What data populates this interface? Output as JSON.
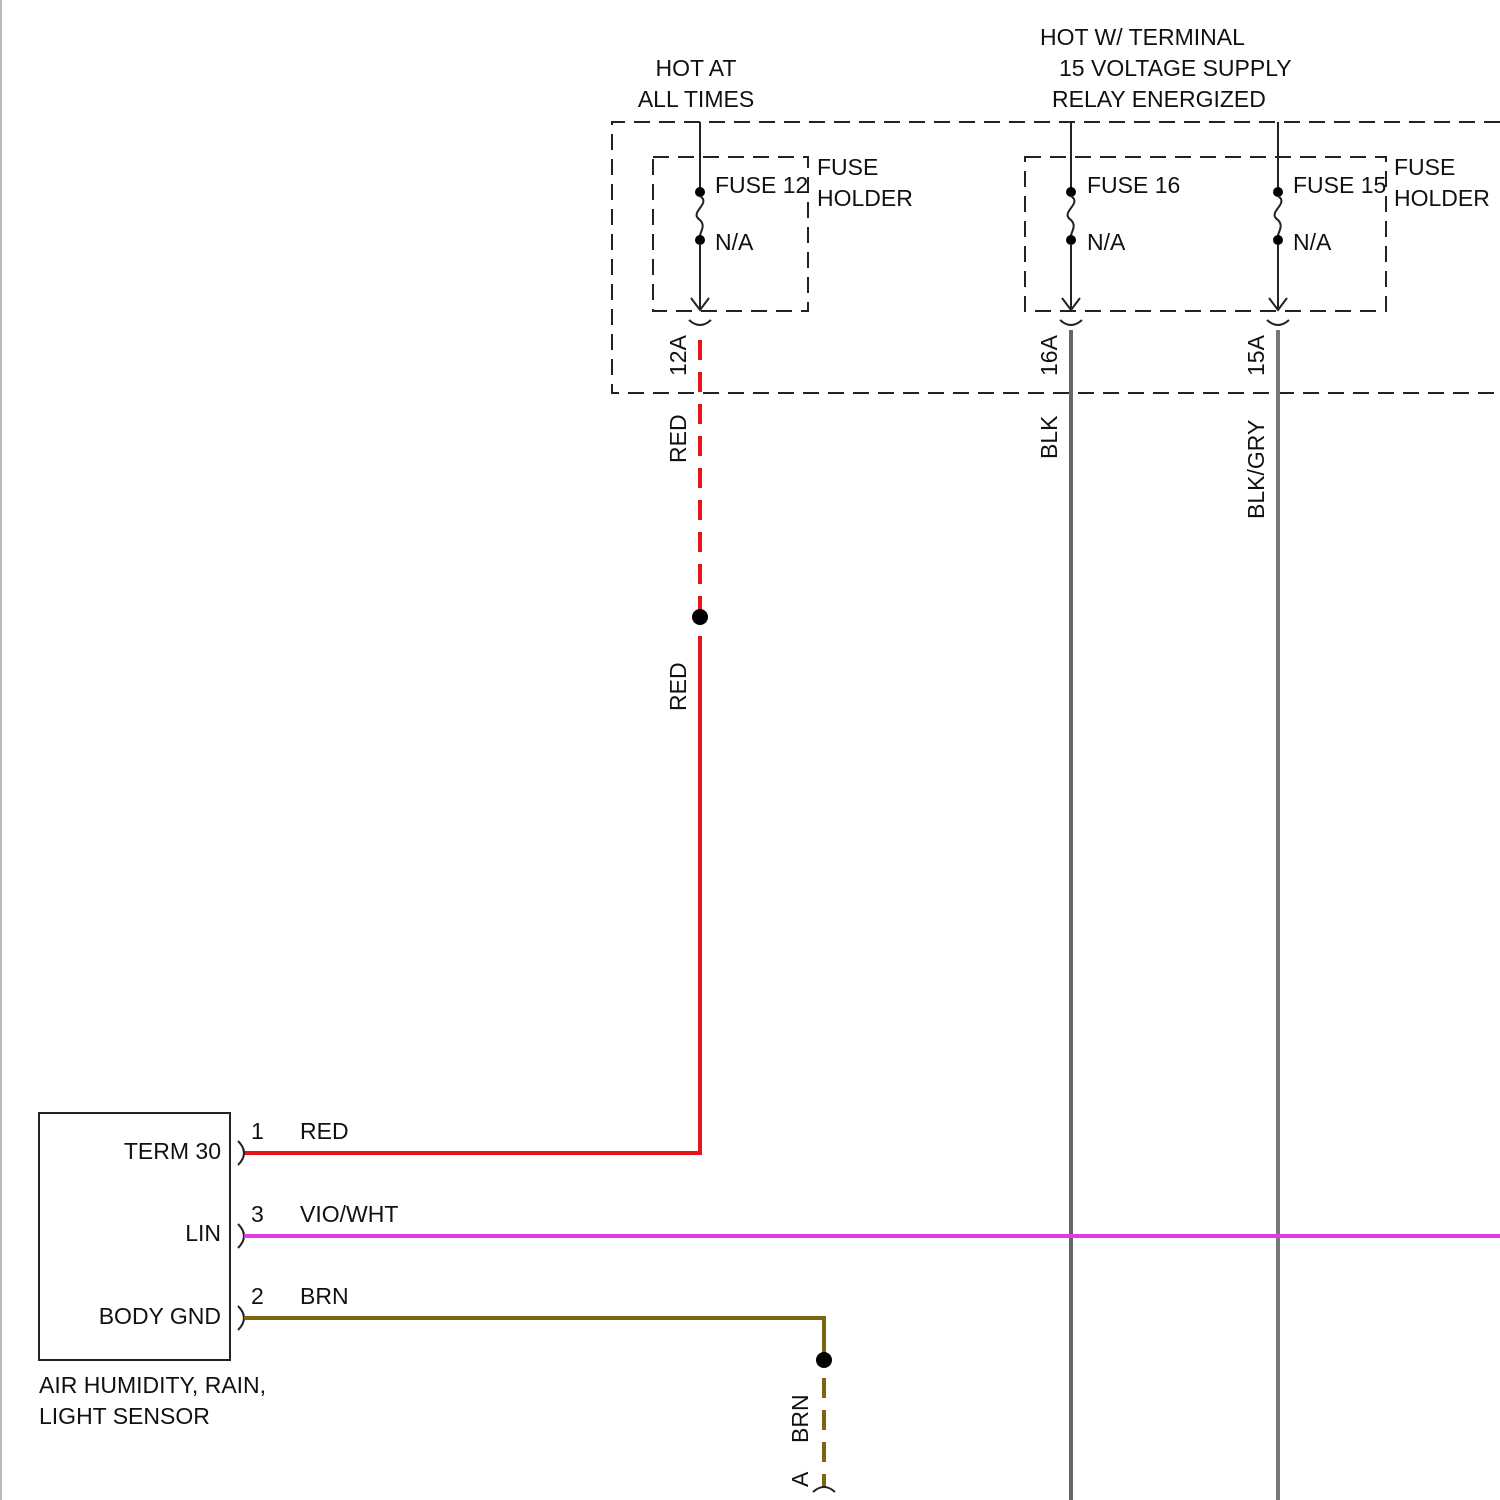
{
  "sources": {
    "hot_at_all_times": [
      "HOT AT",
      "ALL TIMES"
    ],
    "hot_w_terminal": [
      "HOT W/ TERMINAL",
      "15 VOLTAGE SUPPLY",
      "RELAY ENERGIZED"
    ]
  },
  "fuse_holders": [
    {
      "label": [
        "FUSE",
        "HOLDER"
      ]
    },
    {
      "label": [
        "FUSE",
        "HOLDER"
      ]
    }
  ],
  "fuses": [
    {
      "name": "FUSE 12",
      "rating": "N/A",
      "terminal": "12A",
      "wire_color_label": "RED",
      "wire_color": "#e8141c"
    },
    {
      "name": "FUSE 16",
      "rating": "N/A",
      "terminal": "16A",
      "wire_color_label": "BLK",
      "wire_color": "#666666"
    },
    {
      "name": "FUSE 15",
      "rating": "N/A",
      "terminal": "15A",
      "wire_color_label": "BLK/GRY",
      "wire_color": "#777777"
    }
  ],
  "splice_wire_label": "RED",
  "component": {
    "name": [
      "AIR HUMIDITY, RAIN,",
      "LIGHT SENSOR"
    ],
    "pins": [
      {
        "function": "TERM 30",
        "pin": "1",
        "wire": "RED",
        "color": "#e8141c"
      },
      {
        "function": "LIN",
        "pin": "3",
        "wire": "VIO/WHT",
        "color": "#e23be3"
      },
      {
        "function": "BODY GND",
        "pin": "2",
        "wire": "BRN",
        "color": "#7a6510"
      }
    ]
  },
  "ground_wire": {
    "label": "BRN",
    "connector": "A",
    "color": "#7a6510"
  }
}
